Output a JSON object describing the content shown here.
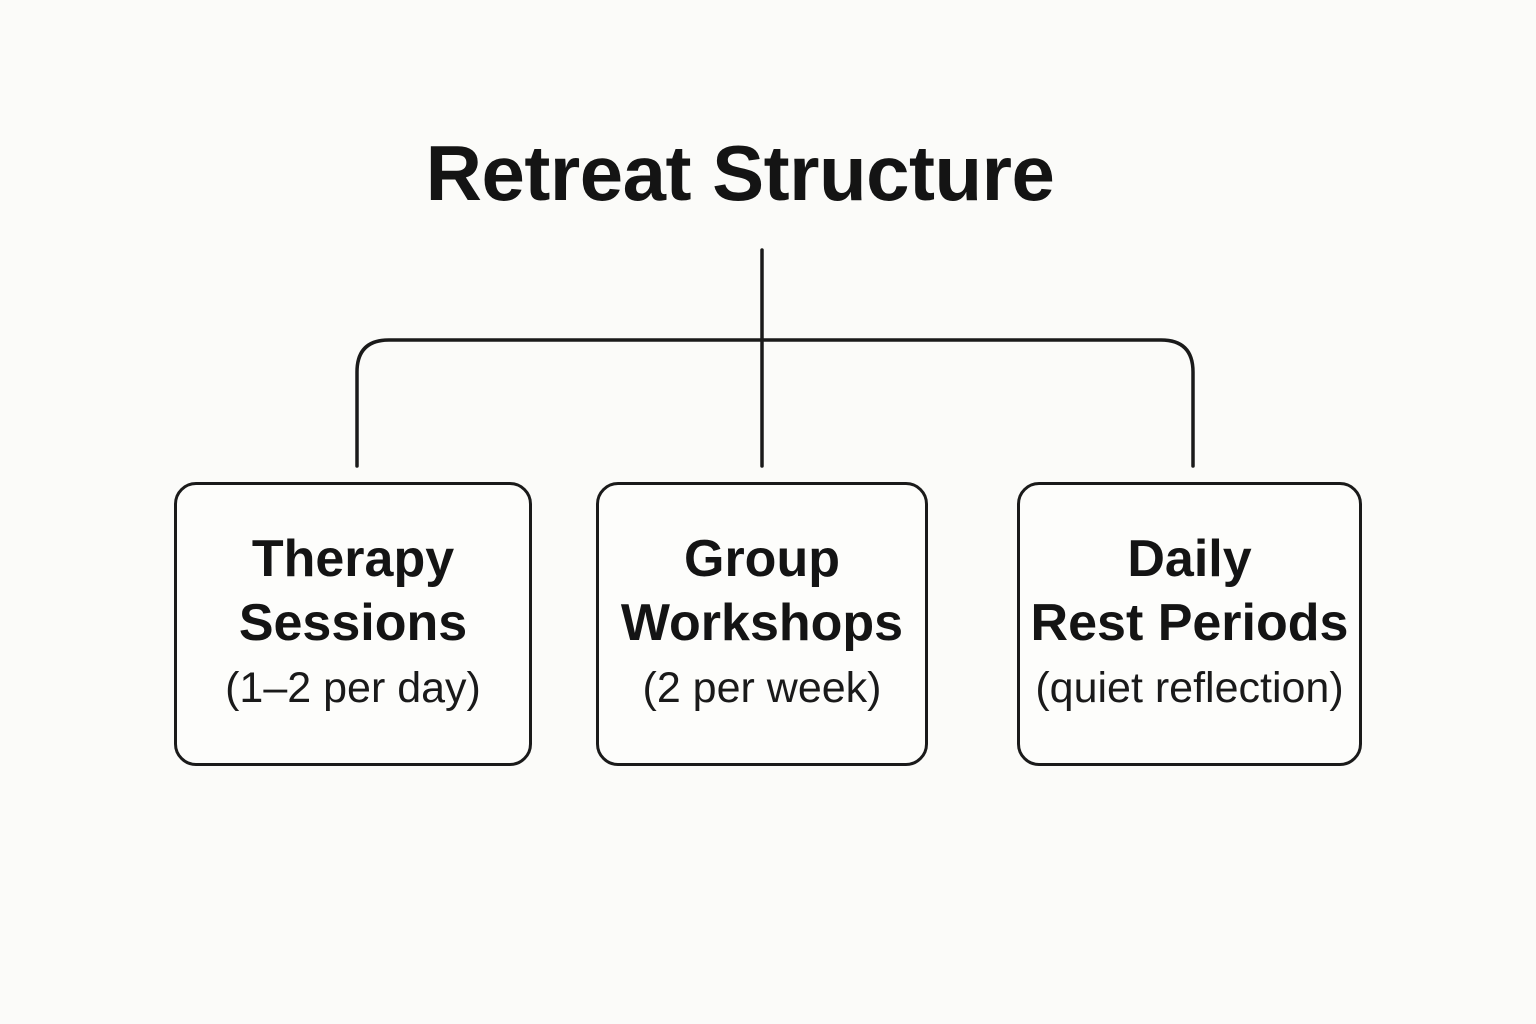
{
  "title": "Retreat Structure",
  "boxes": [
    {
      "line1": "Therapy",
      "line2": "Sessions",
      "note": "(1–2 per day)"
    },
    {
      "line1": "Group",
      "line2": "Workshops",
      "note": "(2 per week)"
    },
    {
      "line1": "Daily",
      "line2": "Rest Periods",
      "note": "(quiet reflection)"
    }
  ]
}
